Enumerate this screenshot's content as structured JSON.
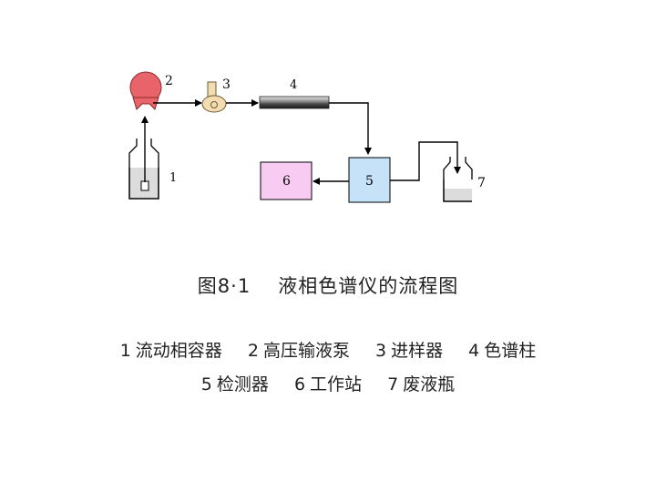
{
  "diagram": {
    "labels": {
      "n1": "1",
      "n2": "2",
      "n3": "3",
      "n4": "4",
      "n5": "5",
      "n6": "6",
      "n7": "7"
    },
    "colors": {
      "pump": "#e8646a",
      "injector": "#f3ddb0",
      "detector": "#c6e2f8",
      "workstation": "#f8ccf2",
      "liquid": "#dcdcdc",
      "line": "#000000"
    }
  },
  "caption": {
    "figure_no": "图8·1",
    "title": "液相色谱仪的流程图"
  },
  "legend": {
    "row1": [
      {
        "num": "1",
        "label": "流动相容器"
      },
      {
        "num": "2",
        "label": "高压输液泵"
      },
      {
        "num": "3",
        "label": "进样器"
      },
      {
        "num": "4",
        "label": "色谱柱"
      }
    ],
    "row2": [
      {
        "num": "5",
        "label": "检测器"
      },
      {
        "num": "6",
        "label": "工作站"
      },
      {
        "num": "7",
        "label": "废液瓶"
      }
    ]
  }
}
